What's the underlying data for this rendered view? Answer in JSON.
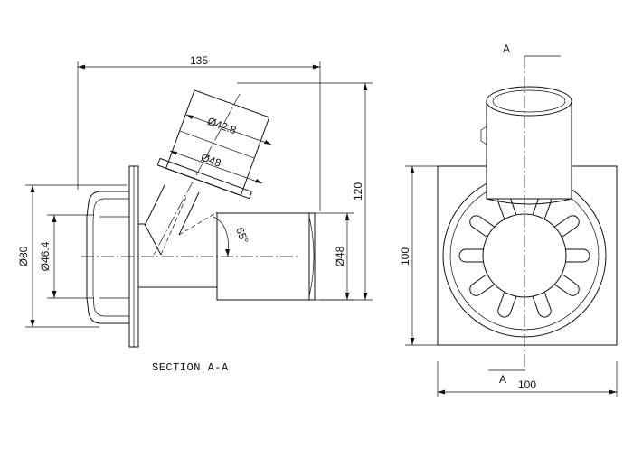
{
  "section_view": {
    "title": "SECTION  A-A",
    "dims": {
      "overall_width": "135",
      "height_120": "120",
      "inlet_outer": "Ø42.8",
      "inlet_48": "Ø48",
      "angle": "65°",
      "outlet_48": "Ø48",
      "flange_80": "Ø80",
      "bore_46": "Ø46.4"
    }
  },
  "top_view": {
    "section_mark_top": "A",
    "section_mark_bottom": "A",
    "dims": {
      "height_100": "100",
      "width_100": "100"
    }
  }
}
